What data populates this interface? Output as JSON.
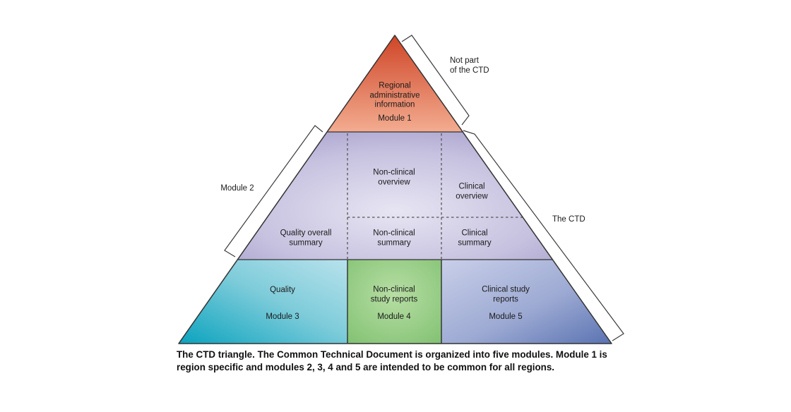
{
  "diagram": {
    "module1": {
      "label": "Regional\nadministrative\ninformation",
      "module": "Module 1"
    },
    "module2": {
      "bracket_label": "Module 2",
      "cells": {
        "non_clinical_overview": "Non-clinical\noverview",
        "clinical_overview": "Clinical\noverview",
        "quality_overall_summary": "Quality overall\nsummary",
        "non_clinical_summary": "Non-clinical\nsummary",
        "clinical_summary": "Clinical\nsummary"
      }
    },
    "module3": {
      "label": "Quality",
      "module": "Module 3"
    },
    "module4": {
      "label": "Non-clinical\nstudy reports",
      "module": "Module 4"
    },
    "module5": {
      "label": "Clinical study\nreports",
      "module": "Module 5"
    },
    "annotations": {
      "not_part": "Not part\nof the CTD",
      "the_ctd": "The CTD"
    }
  },
  "caption": "The CTD triangle. The Common Technical Document is organized into five modules. Module 1 is\nregion specific and modules 2, 3, 4 and 5 are intended to be common for all regions.",
  "colors": {
    "module1_top": "#cf4527",
    "module1_bottom": "#f3ac90",
    "module2_center": "#e6e4f2",
    "module2_edge": "#9a92c4",
    "module3_dark": "#0aa3be",
    "module3_light": "#b8e2ec",
    "module4_center": "#b5dda2",
    "module4_edge": "#7fc070",
    "module5_light": "#c6cde8",
    "module5_dark": "#5a73b2",
    "outline": "#333333",
    "dashed_line": "#555555",
    "bracket": "#3c3c3c",
    "text": "#1b1b1b"
  }
}
